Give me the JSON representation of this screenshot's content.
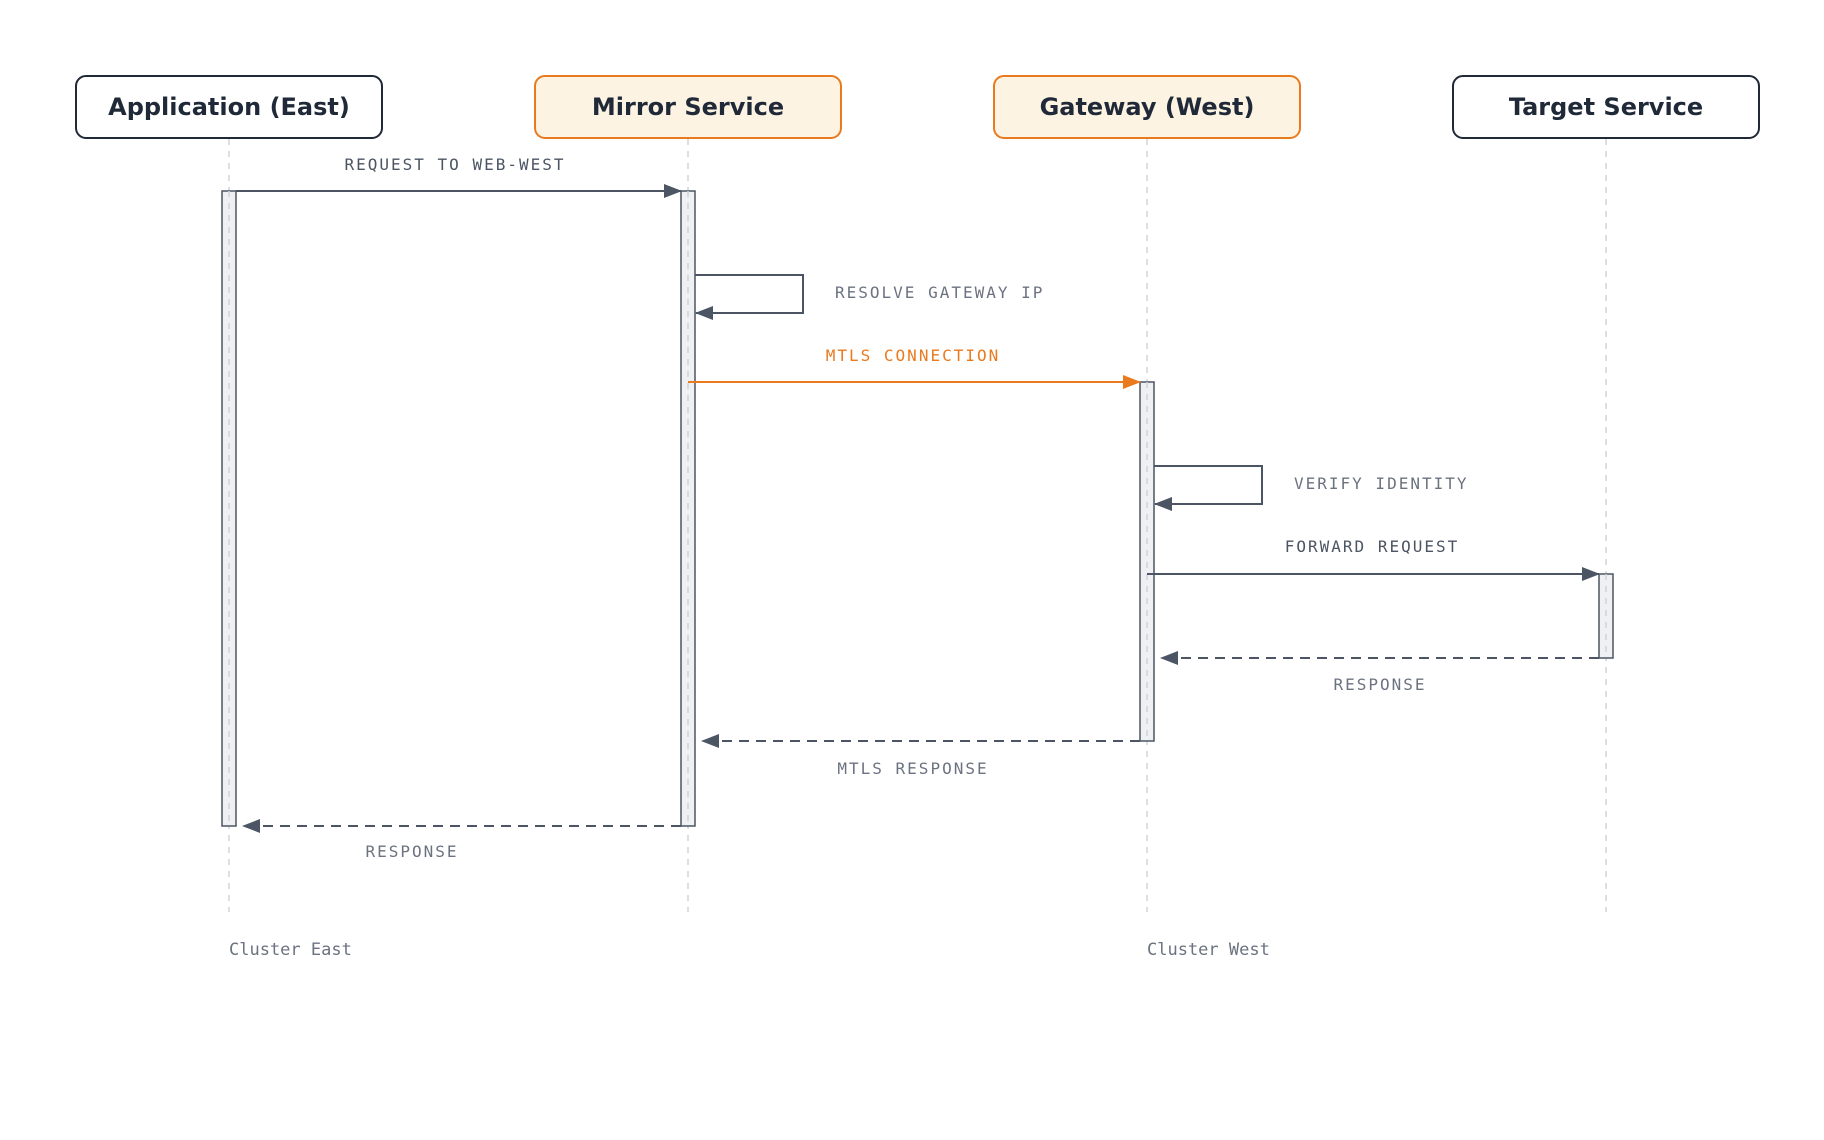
{
  "participants": [
    {
      "id": "app-east",
      "label": "Application (East)",
      "style": "plain"
    },
    {
      "id": "mirror",
      "label": "Mirror Service",
      "style": "highlight"
    },
    {
      "id": "gateway-west",
      "label": "Gateway (West)",
      "style": "highlight"
    },
    {
      "id": "target",
      "label": "Target Service",
      "style": "plain"
    }
  ],
  "messages": {
    "request_to_web_west": "REQUEST TO WEB-WEST",
    "resolve_gateway_ip": "RESOLVE GATEWAY IP",
    "mtls_connection": "MTLS CONNECTION",
    "verify_identity": "VERIFY IDENTITY",
    "forward_request": "FORWARD REQUEST",
    "response_target": "RESPONSE",
    "mtls_response": "MTLS RESPONSE",
    "response_app": "RESPONSE"
  },
  "clusters": {
    "east": "Cluster East",
    "west": "Cluster West"
  },
  "colors": {
    "ink": "#1f2937",
    "line": "#4b5563",
    "muted": "#6b7280",
    "accent": "#ea7a1e",
    "accent_fill": "#fdf3e3",
    "lifeline": "#cfd3d9",
    "activation_fill": "#eef0f3"
  }
}
